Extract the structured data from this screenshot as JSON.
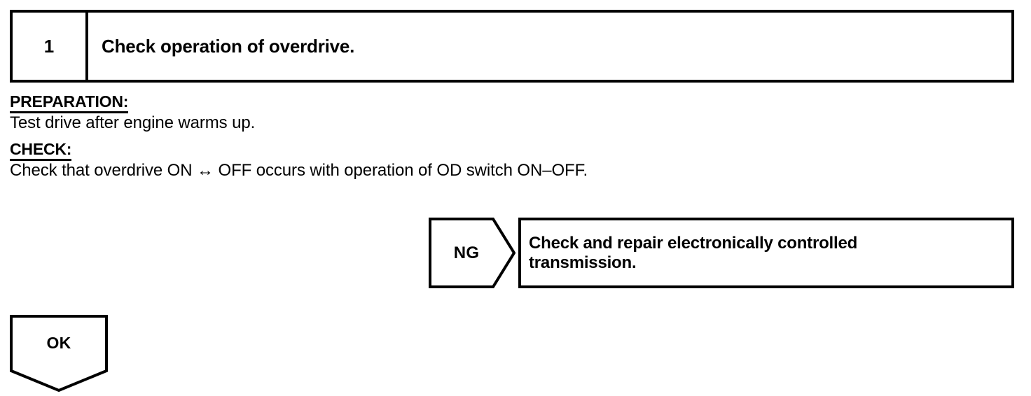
{
  "step": {
    "number": "1",
    "title": "Check operation of overdrive."
  },
  "details": {
    "preparation_heading": "PREPARATION:",
    "preparation_text": "Test drive after engine warms up.",
    "check_heading": "CHECK:",
    "check_text": "Check that overdrive ON ↔ OFF occurs with operation of OD switch ON–OFF."
  },
  "ng_branch": {
    "tag_label": "NG",
    "action_line_1": "Check and repair electronically controlled",
    "action_line_2": "transmission."
  },
  "ok_branch": {
    "tag_label": "OK"
  },
  "colors": {
    "ink": "#000000",
    "paper": "#ffffff"
  }
}
